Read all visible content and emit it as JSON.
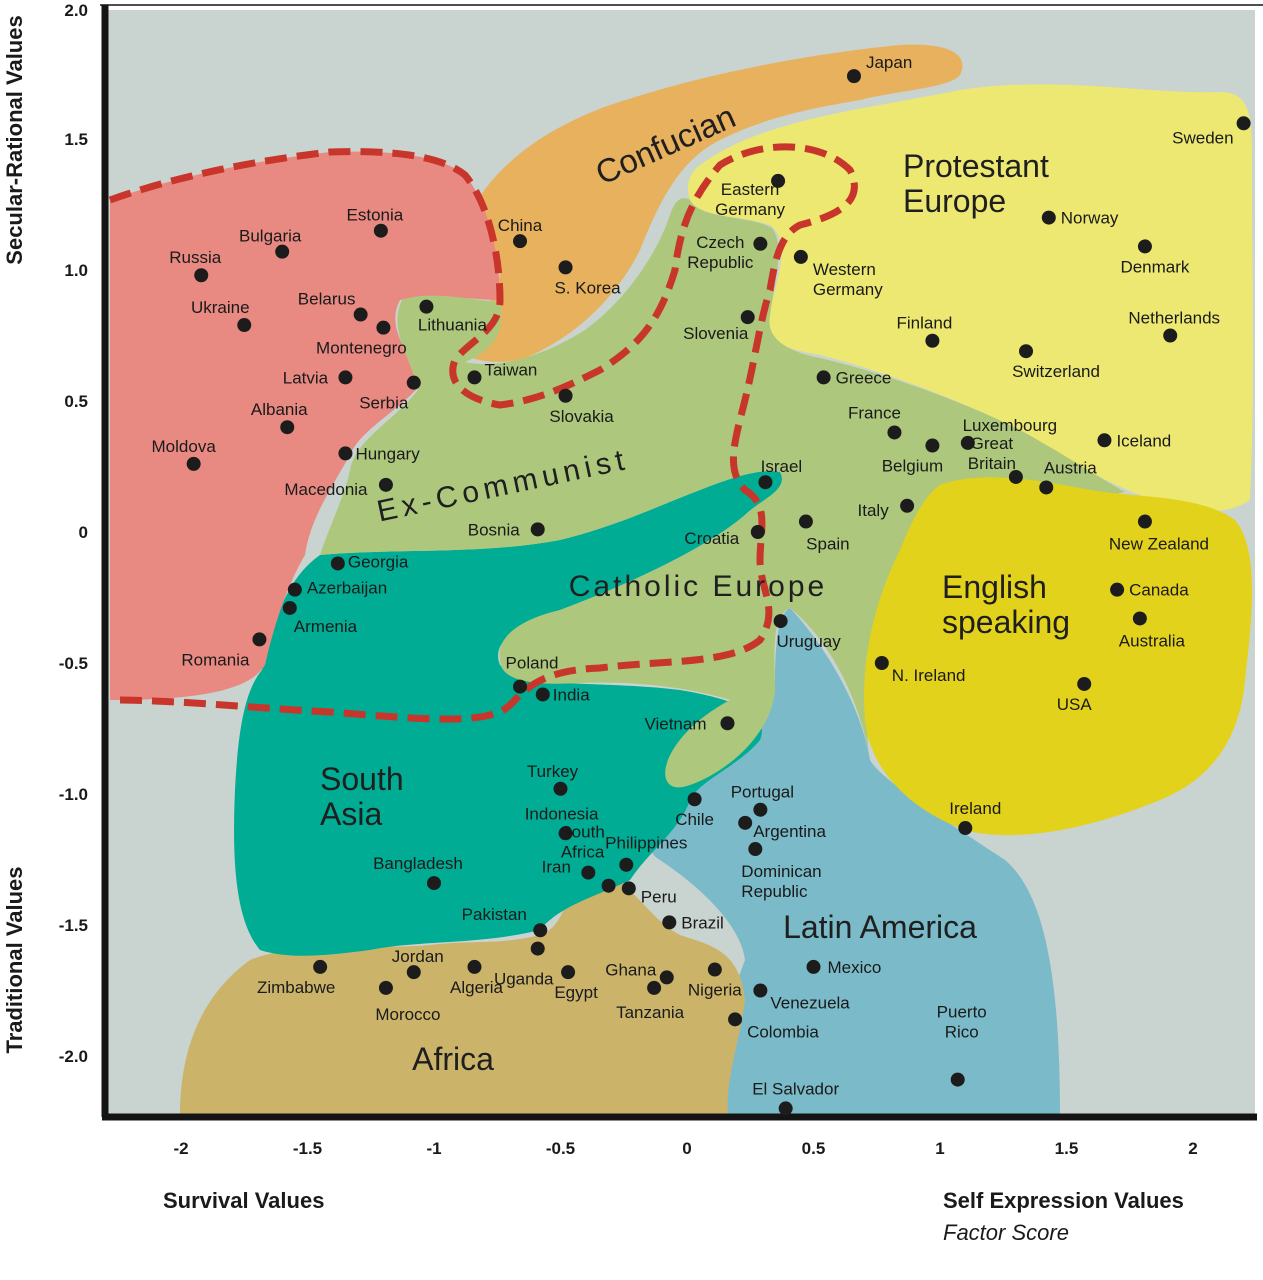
{
  "chart_data": {
    "type": "scatter",
    "xlabel_left": "Survival Values",
    "xlabel_right": "Self Expression Values",
    "xlabel_sub": "Factor Score",
    "ylabel_top": "Secular-Rational Values",
    "ylabel_bottom": "Traditional Values",
    "xlim": [
      -2.25,
      2.25
    ],
    "ylim": [
      -2.2,
      2.0
    ],
    "x_ticks": [
      "-2",
      "-1.5",
      "-1",
      "-0.5",
      "0",
      "0.5",
      "1",
      "1.5",
      "2"
    ],
    "y_ticks": [
      "2.0",
      "1.5",
      "1.0",
      "0.5",
      "0",
      "-0.5",
      "-1.0",
      "-1.5",
      "-2.0"
    ],
    "colors": {
      "background": "#c9d3d0",
      "ex_communist": "#e98a82",
      "confucian": "#e8b15d",
      "protestant_europe": "#ece871",
      "catholic_europe": "#adc77d",
      "south_asia": "#00ac94",
      "english_speaking": "#e3d21c",
      "latin_america": "#7bbac8",
      "africa": "#cbb46a",
      "boundary": "#c8352a",
      "point": "#1c1c1c"
    },
    "regions": [
      {
        "name": "Ex-Communist",
        "label": "Ex-Communist"
      },
      {
        "name": "Confucian",
        "label": "Confucian"
      },
      {
        "name": "Protestant Europe",
        "line1": "Protestant",
        "line2": "Europe"
      },
      {
        "name": "Catholic Europe",
        "label": "Catholic Europe"
      },
      {
        "name": "South Asia",
        "line1": "South",
        "line2": "Asia"
      },
      {
        "name": "English speaking",
        "line1": "English",
        "line2": "speaking"
      },
      {
        "name": "Latin America",
        "label": "Latin America"
      },
      {
        "name": "Africa",
        "label": "Africa"
      }
    ],
    "points": [
      {
        "label": "Japan",
        "x": 0.66,
        "y": 1.74
      },
      {
        "label": "Sweden",
        "x": 2.2,
        "y": 1.56
      },
      {
        "label": "Eastern Germany",
        "lines": [
          "Eastern",
          "Germany"
        ],
        "x": 0.36,
        "y": 1.34
      },
      {
        "label": "China",
        "x": -0.66,
        "y": 1.11
      },
      {
        "label": "Norway",
        "x": 1.43,
        "y": 1.2
      },
      {
        "label": "Estonia",
        "x": -1.21,
        "y": 1.15
      },
      {
        "label": "Bulgaria",
        "x": -1.6,
        "y": 1.07
      },
      {
        "label": "Czech Republic",
        "lines": [
          "Czech",
          "Republic"
        ],
        "x": 0.29,
        "y": 1.1
      },
      {
        "label": "Denmark",
        "x": 1.81,
        "y": 1.09
      },
      {
        "label": "Western Germany",
        "lines": [
          "Western",
          "Germany"
        ],
        "x": 0.45,
        "y": 1.05
      },
      {
        "label": "S. Korea",
        "x": -0.48,
        "y": 1.01
      },
      {
        "label": "Russia",
        "x": -1.92,
        "y": 0.98
      },
      {
        "label": "Lithuania",
        "x": -1.03,
        "y": 0.86
      },
      {
        "label": "Belarus",
        "x": -1.29,
        "y": 0.83
      },
      {
        "label": "Ukraine",
        "x": -1.75,
        "y": 0.79
      },
      {
        "label": "Montenegro",
        "x": -1.2,
        "y": 0.78
      },
      {
        "label": "Slovenia",
        "x": 0.24,
        "y": 0.82
      },
      {
        "label": "Netherlands",
        "x": 1.91,
        "y": 0.75
      },
      {
        "label": "Finland",
        "x": 0.97,
        "y": 0.73
      },
      {
        "label": "Switzerland",
        "x": 1.34,
        "y": 0.69
      },
      {
        "label": "Taiwan",
        "x": -0.84,
        "y": 0.59
      },
      {
        "label": "Latvia",
        "x": -1.35,
        "y": 0.59
      },
      {
        "label": "Serbia",
        "x": -1.08,
        "y": 0.57
      },
      {
        "label": "Greece",
        "x": 0.54,
        "y": 0.59
      },
      {
        "label": "Slovakia",
        "x": -0.48,
        "y": 0.52
      },
      {
        "label": "Albania",
        "x": -1.58,
        "y": 0.4
      },
      {
        "label": "France",
        "x": 0.82,
        "y": 0.38
      },
      {
        "label": "Iceland",
        "x": 1.65,
        "y": 0.35
      },
      {
        "label": "Luxembourg",
        "x": 1.11,
        "y": 0.34
      },
      {
        "label": "Belgium",
        "x": 0.97,
        "y": 0.33
      },
      {
        "label": "Hungary",
        "x": -1.35,
        "y": 0.3
      },
      {
        "label": "Moldova",
        "x": -1.95,
        "y": 0.26
      },
      {
        "label": "Israel",
        "x": 0.31,
        "y": 0.19
      },
      {
        "label": "Great Britain",
        "lines": [
          "Great",
          "Britain"
        ],
        "x": 1.3,
        "y": 0.21
      },
      {
        "label": "Austria",
        "x": 1.42,
        "y": 0.17
      },
      {
        "label": "Macedonia",
        "x": -1.19,
        "y": 0.18
      },
      {
        "label": "Italy",
        "x": 0.87,
        "y": 0.1
      },
      {
        "label": "New Zealand",
        "x": 1.81,
        "y": 0.04
      },
      {
        "label": "Spain",
        "x": 0.47,
        "y": 0.04
      },
      {
        "label": "Bosnia",
        "x": -0.59,
        "y": 0.01
      },
      {
        "label": "Croatia",
        "x": 0.28,
        "y": 0.0
      },
      {
        "label": "Georgia",
        "x": -1.38,
        "y": -0.12
      },
      {
        "label": "Azerbaijan",
        "x": -1.55,
        "y": -0.22
      },
      {
        "label": "Canada",
        "x": 1.7,
        "y": -0.22
      },
      {
        "label": "Armenia",
        "x": -1.57,
        "y": -0.29
      },
      {
        "label": "Australia",
        "x": 1.79,
        "y": -0.33
      },
      {
        "label": "Uruguay",
        "x": 0.37,
        "y": -0.34
      },
      {
        "label": "Romania",
        "x": -1.69,
        "y": -0.41
      },
      {
        "label": "N. Ireland",
        "x": 0.77,
        "y": -0.5
      },
      {
        "label": "USA",
        "x": 1.57,
        "y": -0.58
      },
      {
        "label": "Poland",
        "x": -0.66,
        "y": -0.59
      },
      {
        "label": "India",
        "x": -0.57,
        "y": -0.62
      },
      {
        "label": "Vietnam",
        "x": 0.16,
        "y": -0.73
      },
      {
        "label": "Turkey",
        "x": -0.5,
        "y": -0.98
      },
      {
        "label": "Chile",
        "x": 0.03,
        "y": -1.02
      },
      {
        "label": "Portugal",
        "x": 0.29,
        "y": -1.06
      },
      {
        "label": "Argentina",
        "x": 0.23,
        "y": -1.11
      },
      {
        "label": "Ireland",
        "x": 1.1,
        "y": -1.13
      },
      {
        "label": "Indonesia",
        "x": -0.48,
        "y": -1.15
      },
      {
        "label": "Dominican Republic",
        "lines": [
          "Dominican",
          "Republic"
        ],
        "x": 0.27,
        "y": -1.21
      },
      {
        "label": "Philippines",
        "x": -0.24,
        "y": -1.27
      },
      {
        "label": "Iran",
        "x": -0.39,
        "y": -1.3
      },
      {
        "label": "Bangladesh",
        "x": -1.0,
        "y": -1.34
      },
      {
        "label": "South Africa",
        "lines": [
          "South",
          "Africa"
        ],
        "x": -0.31,
        "y": -1.35
      },
      {
        "label": "Peru",
        "x": -0.23,
        "y": -1.36
      },
      {
        "label": "Brazil",
        "x": -0.07,
        "y": -1.49
      },
      {
        "label": "Pakistan",
        "x": -0.58,
        "y": -1.52
      },
      {
        "label": "Jordan",
        "x": -1.08,
        "y": -1.68
      },
      {
        "label": "Zimbabwe",
        "x": -1.45,
        "y": -1.66
      },
      {
        "label": "Morocco",
        "x": -1.19,
        "y": -1.74
      },
      {
        "label": "Algeria",
        "x": -0.84,
        "y": -1.66
      },
      {
        "label": "Uganda",
        "x": -0.59,
        "y": -1.59
      },
      {
        "label": "Egypt",
        "x": -0.47,
        "y": -1.68
      },
      {
        "label": "Ghana",
        "x": -0.08,
        "y": -1.7
      },
      {
        "label": "Tanzania",
        "x": -0.13,
        "y": -1.74
      },
      {
        "label": "Nigeria",
        "x": 0.11,
        "y": -1.67
      },
      {
        "label": "Mexico",
        "x": 0.5,
        "y": -1.66
      },
      {
        "label": "Venezuela",
        "x": 0.29,
        "y": -1.75
      },
      {
        "label": "Colombia",
        "x": 0.19,
        "y": -1.86
      },
      {
        "label": "Puerto Rico",
        "lines": [
          "Puerto",
          "Rico"
        ],
        "x": 1.07,
        "y": -2.09
      },
      {
        "label": "El Salvador",
        "x": 0.39,
        "y": -2.2
      }
    ]
  }
}
